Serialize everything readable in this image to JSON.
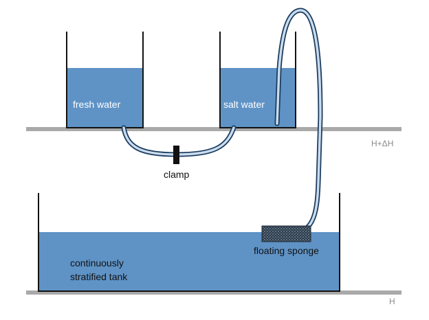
{
  "colors": {
    "water": "#5f93c6",
    "tube": "#c9dcee",
    "tube_outline": "#1a3a5c",
    "shelf": "#a9a9a9",
    "container": "#111111",
    "sponge": "#1f2b38",
    "clamp": "#111111",
    "height_label": "#8a8a8a"
  },
  "labels": {
    "fresh_water": "fresh water",
    "salt_water": "salt water",
    "clamp": "clamp",
    "floating_sponge": "floating sponge",
    "tank_line1": "continuously",
    "tank_line2": "stratified tank",
    "upper_height": "H+ΔH",
    "lower_height": "H"
  }
}
